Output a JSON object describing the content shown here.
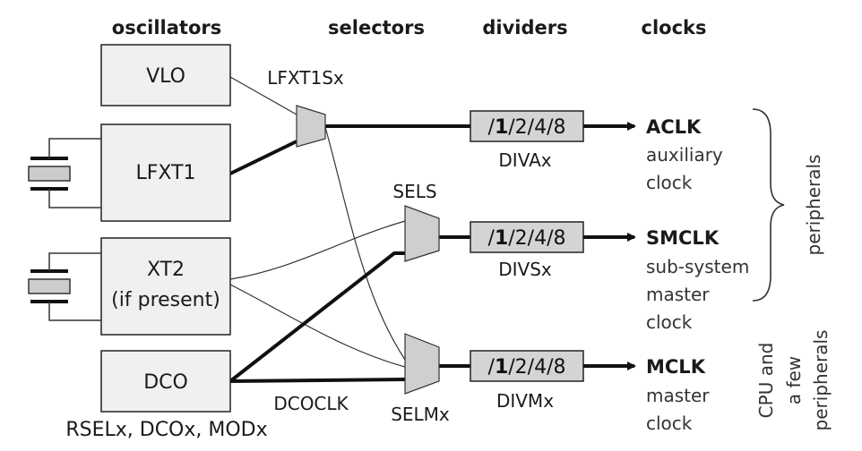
{
  "headers": {
    "oscillators": "oscillators",
    "selectors": "selectors",
    "dividers": "dividers",
    "clocks": "clocks"
  },
  "oscillators": {
    "vlo": "VLO",
    "lfxt1": "LFXT1",
    "xt2_line1": "XT2",
    "xt2_line2": "(if present)",
    "dco": "DCO",
    "dco_settings": "RSELx, DCOx, MODx"
  },
  "selectors": {
    "lfxt1s": "LFXT1Sx",
    "sels": "SELS",
    "selm": "SELMx",
    "dcoclk": "DCOCLK"
  },
  "dividers": {
    "divider_prefix": "/",
    "divider_bold": "1",
    "divider_rest": "/2/4/8",
    "diva": "DIVAx",
    "divs": "DIVSx",
    "divm": "DIVMx"
  },
  "clocks": {
    "aclk": {
      "name": "ACLK",
      "desc1": "auxiliary",
      "desc2": "clock"
    },
    "smclk": {
      "name": "SMCLK",
      "desc1": "sub-system",
      "desc2": "master",
      "desc3": "clock"
    },
    "mclk": {
      "name": "MCLK",
      "desc1": "master",
      "desc2": "clock"
    }
  },
  "side_labels": {
    "peripherals": "peripherals",
    "cpu_line1": "CPU and",
    "cpu_line2": "a few",
    "cpu_line3": "peripherals"
  },
  "colors": {
    "box_fill": "#f0f0f0",
    "mux_fill": "#cfcfcf",
    "divider_fill": "#d4d4d4",
    "line": "#111111"
  }
}
